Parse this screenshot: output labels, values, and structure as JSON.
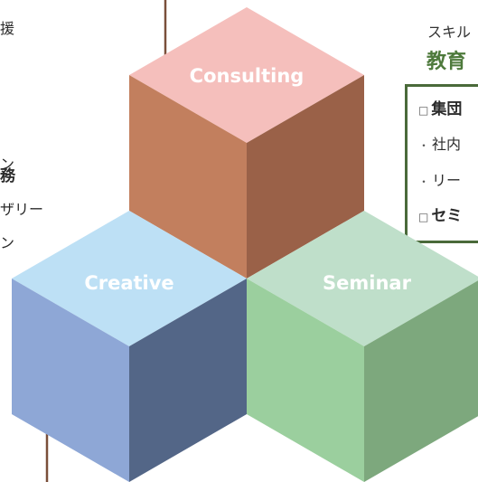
{
  "left_text": [
    {
      "text": "援",
      "bold": false
    },
    {
      "text": "ン",
      "bold": false
    },
    {
      "text": "務",
      "bold": true
    },
    {
      "text": "ザリー",
      "bold": false
    },
    {
      "text": "ン",
      "bold": false
    }
  ],
  "right_panel": {
    "subtitle": "スキル",
    "title": "教育",
    "items": [
      {
        "marker": "□",
        "text": "集団",
        "bold": true
      },
      {
        "marker": "・",
        "text": "社内",
        "bold": false
      },
      {
        "marker": "・",
        "text": "リー",
        "bold": false
      },
      {
        "marker": "□",
        "text": "セミ",
        "bold": true
      }
    ]
  },
  "cubes": [
    {
      "id": "consulting",
      "label": "Consulting",
      "colors": {
        "top": "#f5bfbc",
        "left": "#c27f5e",
        "right": "#9a6148"
      }
    },
    {
      "id": "creative",
      "label": "Creative",
      "colors": {
        "top": "#bde0f5",
        "left": "#8ea7d6",
        "right": "#536687"
      }
    },
    {
      "id": "seminar",
      "label": "Seminar",
      "colors": {
        "top": "#bfdfca",
        "left": "#9bcf9e",
        "right": "#7da87d"
      }
    }
  ],
  "colors": {
    "connector_line": "#7a4f3a",
    "box_border": "#4a6a3a",
    "title_green": "#4e7a3c"
  }
}
